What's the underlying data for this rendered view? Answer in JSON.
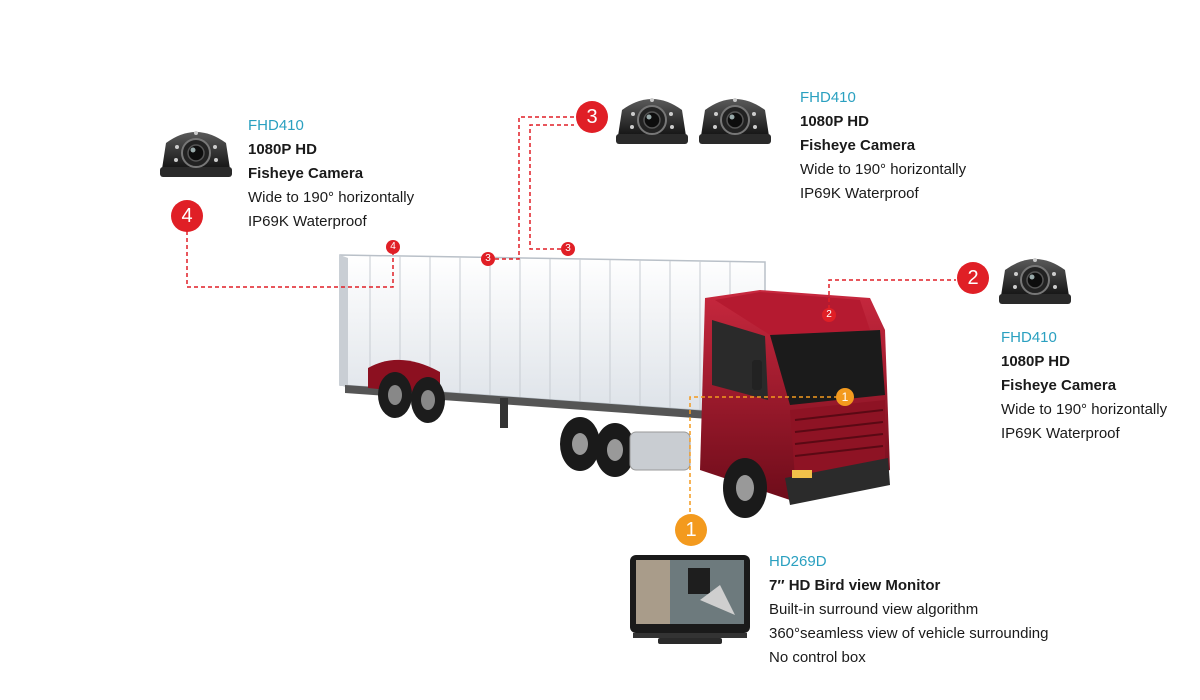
{
  "callouts": [
    {
      "num": "4",
      "model": "FHD410",
      "line1": "1080P HD",
      "line2": "Fisheye Camera",
      "line3": "Wide to 190° horizontally",
      "line4": "IP69K Waterproof"
    },
    {
      "num": "3",
      "model": "FHD410",
      "line1": "1080P HD",
      "line2": "Fisheye Camera",
      "line3": "Wide to 190° horizontally",
      "line4": "IP69K Waterproof"
    },
    {
      "num": "2",
      "model": "FHD410",
      "line1": "1080P HD",
      "line2": "Fisheye Camera",
      "line3": "Wide to 190° horizontally",
      "line4": "IP69K Waterproof"
    },
    {
      "num": "1",
      "model": "HD269D",
      "line1": "7″ HD Bird view Monitor",
      "line2": "Built-in surround view algorithm",
      "line3": "360°seamless view of vehicle surrounding",
      "line4": "No control box"
    }
  ],
  "colors": {
    "camera_badge": "#e01f26",
    "monitor_badge": "#f39a1e",
    "model_text": "#2aa0c0",
    "cab": "#a3142a",
    "trailer": "#f4f6f8"
  },
  "icons": [
    "fisheye-camera-icon",
    "bird-view-monitor-icon",
    "truck-illustration"
  ]
}
